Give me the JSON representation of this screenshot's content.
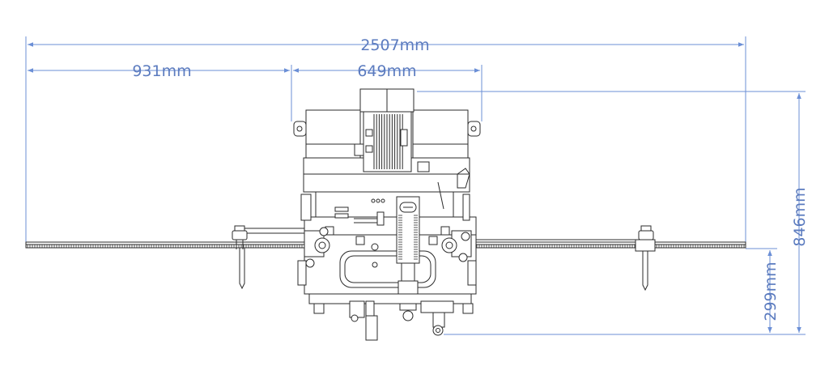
{
  "dimensions": {
    "total_width": "2507mm",
    "left_section": "931mm",
    "center_section": "649mm",
    "total_depth": "846mm",
    "lower_depth": "299mm"
  },
  "colors": {
    "dimension": "#6b8fd6",
    "machine": "#2b2b2b"
  }
}
